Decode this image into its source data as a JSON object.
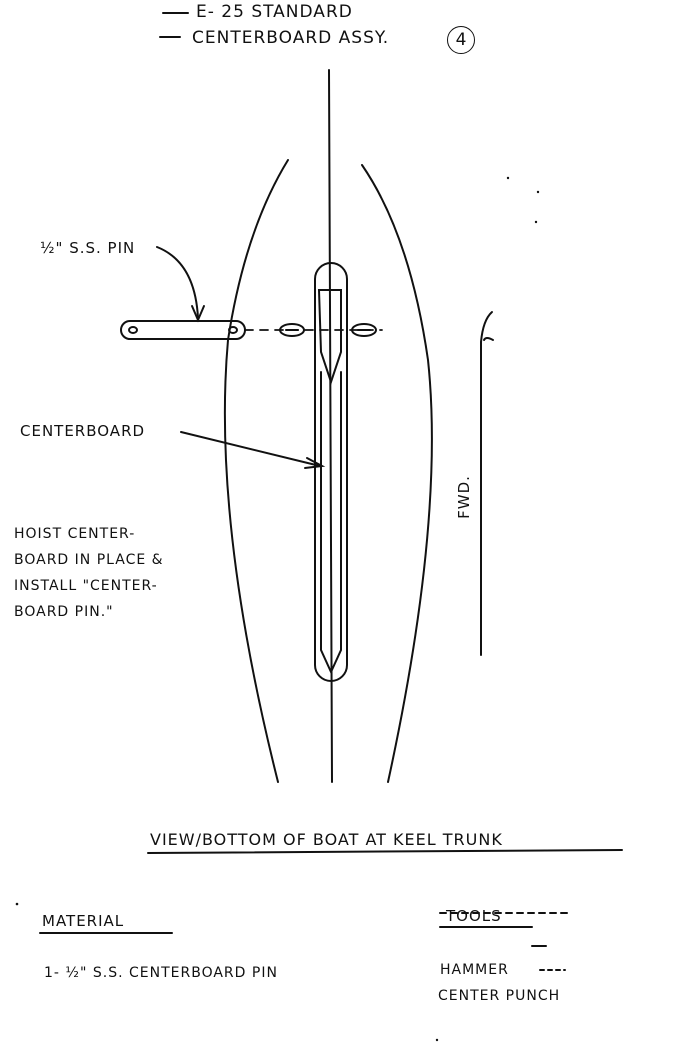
{
  "header": {
    "line1": "E- 25 STANDARD",
    "line2": "CENTERBOARD ASSY.",
    "assembly_number": "4"
  },
  "labels": {
    "pin": "½\" S.S. PIN",
    "centerboard": "CENTERBOARD",
    "forward": "FWD."
  },
  "instructions": [
    "HOIST CENTER-",
    "BOARD IN PLACE &",
    "INSTALL \"CENTER-",
    "BOARD PIN.\""
  ],
  "view_caption": "VIEW/BOTTOM OF BOAT AT KEEL TRUNK",
  "material": {
    "heading": "MATERIAL",
    "items": [
      "1- ½\" S.S. CENTERBOARD PIN"
    ]
  },
  "tools": {
    "heading": "TOOLS",
    "items": [
      "HAMMER",
      "CENTER PUNCH"
    ]
  }
}
